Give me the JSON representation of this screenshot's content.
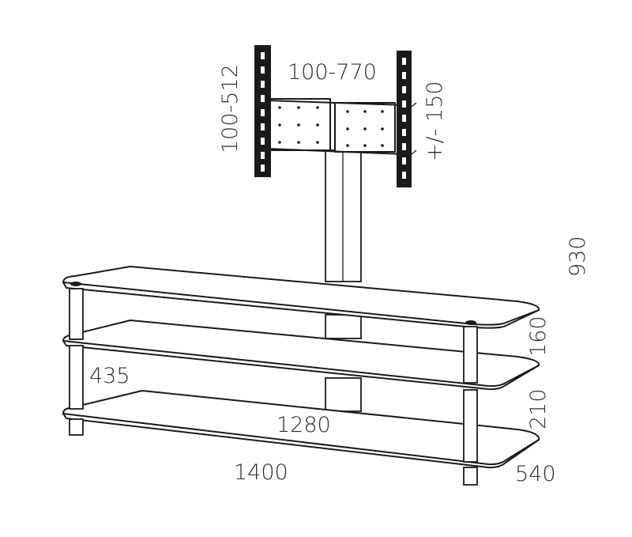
{
  "dimensions": {
    "vesa_vertical": "100-512",
    "vesa_horizontal": "100-770",
    "tilt": "+/- 150",
    "total_height": "930",
    "shelf_gap_upper": "160",
    "shelf_gap_lower": "210",
    "depth_left": "435",
    "inner_width": "1280",
    "total_width": "1400",
    "depth": "540"
  },
  "colors": {
    "line": "#1a1a1a",
    "text": "#2d2d2d",
    "background": "#ffffff"
  }
}
